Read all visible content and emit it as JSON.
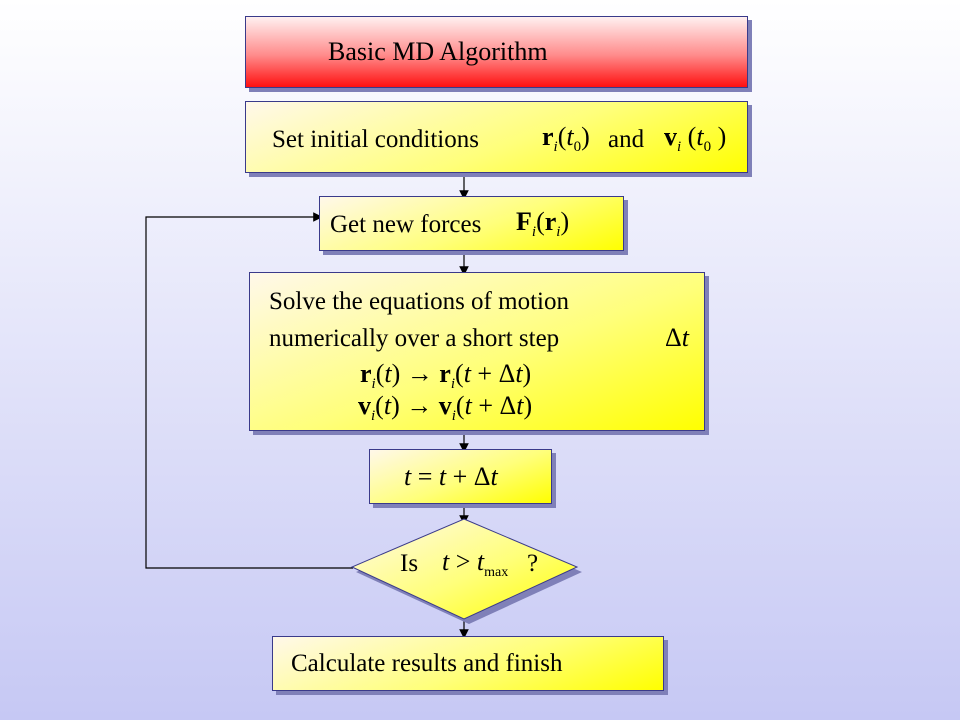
{
  "title": "Basic MD Algorithm",
  "steps": {
    "init_text": "Set initial conditions",
    "init_and": "and",
    "forces_text": "Get new forces",
    "solve_line1": "Solve the equations of motion",
    "solve_line2": "numerically over a short step",
    "decision_is": "Is",
    "decision_q": "?",
    "finish_text": "Calculate results and finish"
  },
  "colors": {
    "title_fill": "#ff1010",
    "step_fill": "#ffff00",
    "border": "#3a3a8a",
    "shadow": "#7f80b8"
  }
}
